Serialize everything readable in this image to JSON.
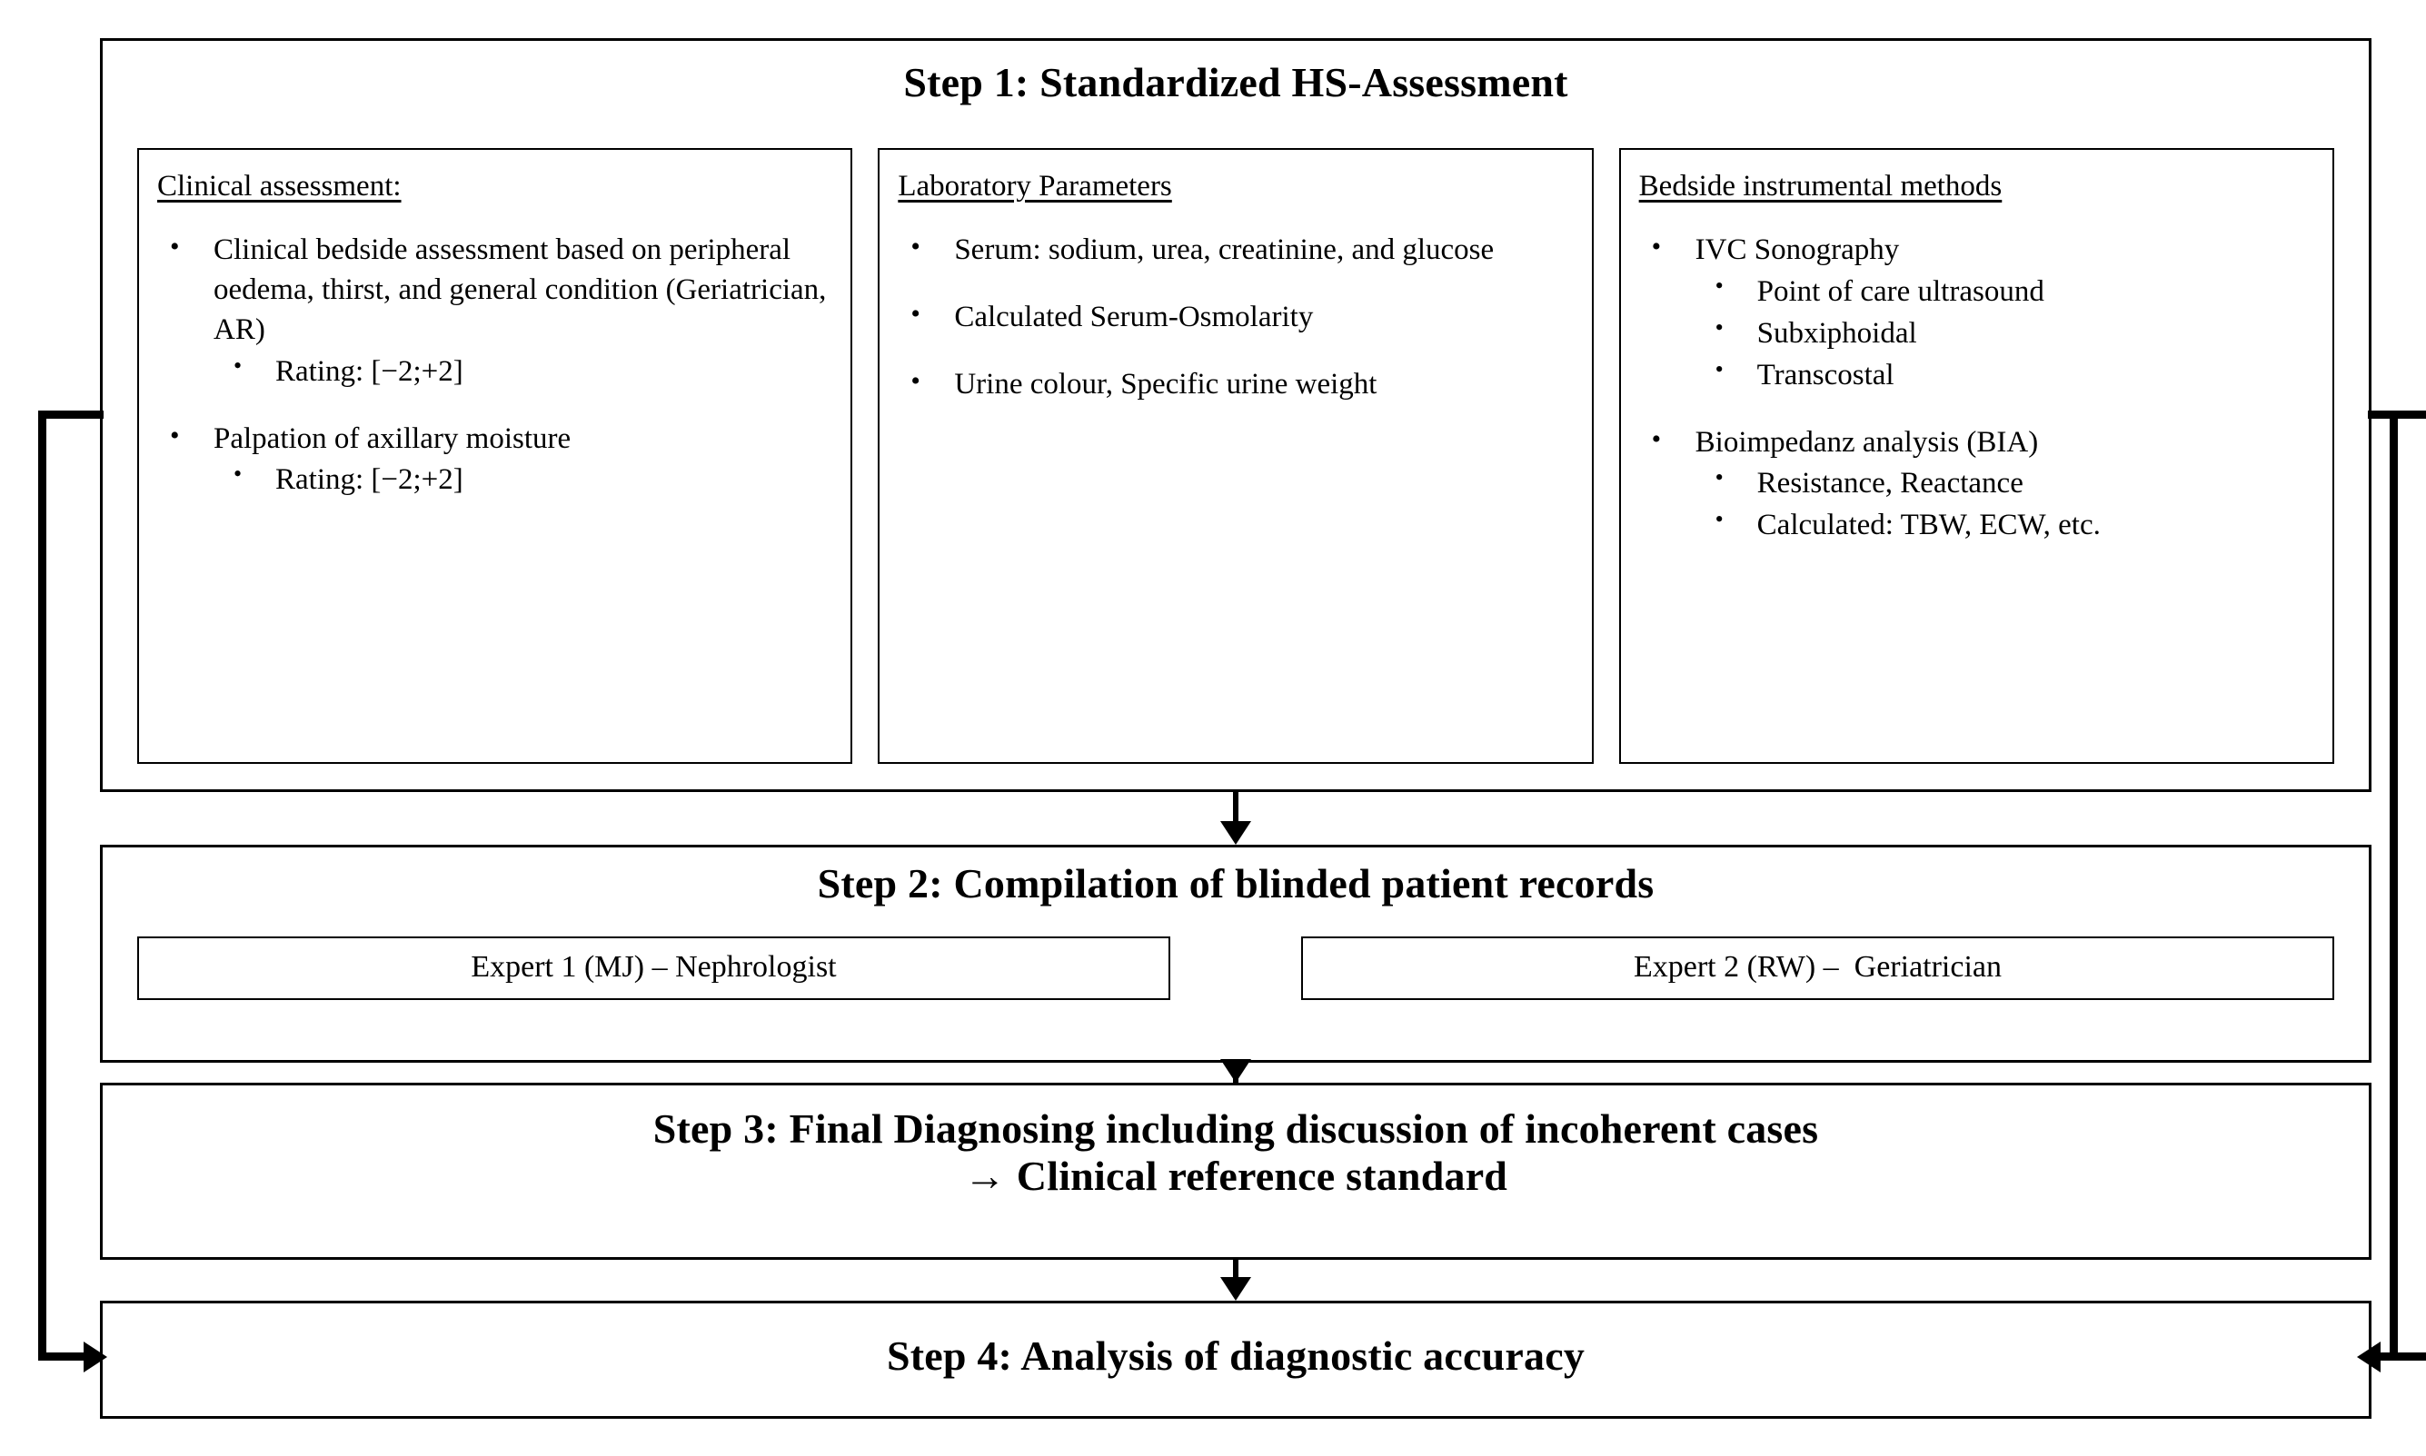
{
  "step1": {
    "title": "Step 1: Standardized HS-Assessment",
    "columns": [
      {
        "heading": "Clinical assessment:",
        "items": [
          {
            "text": "Clinical bedside assessment based on peripheral oedema, thirst, and general condition (Geriatrician, AR)",
            "sub": [
              "Rating: [−2;+2]"
            ]
          },
          {
            "text": "Palpation of axillary moisture",
            "sub": [
              "Rating: [−2;+2]"
            ]
          }
        ]
      },
      {
        "heading": "Laboratory Parameters",
        "items": [
          {
            "text": "Serum: sodium, urea, creatinine, and glucose",
            "sub": []
          },
          {
            "text": "Calculated Serum-Osmolarity",
            "sub": []
          },
          {
            "text": "Urine colour, Specific urine weight",
            "sub": []
          }
        ]
      },
      {
        "heading": "Bedside instrumental methods",
        "items": [
          {
            "text": "IVC Sonography",
            "sub": [
              "Point of care ultrasound",
              "Subxiphoidal",
              "Transcostal"
            ]
          },
          {
            "text": "Bioimpedanz analysis (BIA)",
            "sub": [
              "Resistance, Reactance",
              "Calculated: TBW, ECW, etc."
            ]
          }
        ]
      }
    ]
  },
  "step2": {
    "title": "Step 2: Compilation of blinded patient records",
    "experts": [
      "Expert 1 (MJ) – Nephrologist",
      "Expert 2 (RW) –  Geriatrician"
    ]
  },
  "step3": {
    "title_line1": "Step 3: Final Diagnosing including discussion of incoherent cases",
    "title_line2": "→ Clinical reference standard"
  },
  "step4": {
    "title": "Step 4: Analysis of diagnostic accuracy"
  },
  "bullets": {
    "level1": "•",
    "level2": "•"
  },
  "colors": {
    "stroke": "#000000",
    "background": "#ffffff"
  }
}
